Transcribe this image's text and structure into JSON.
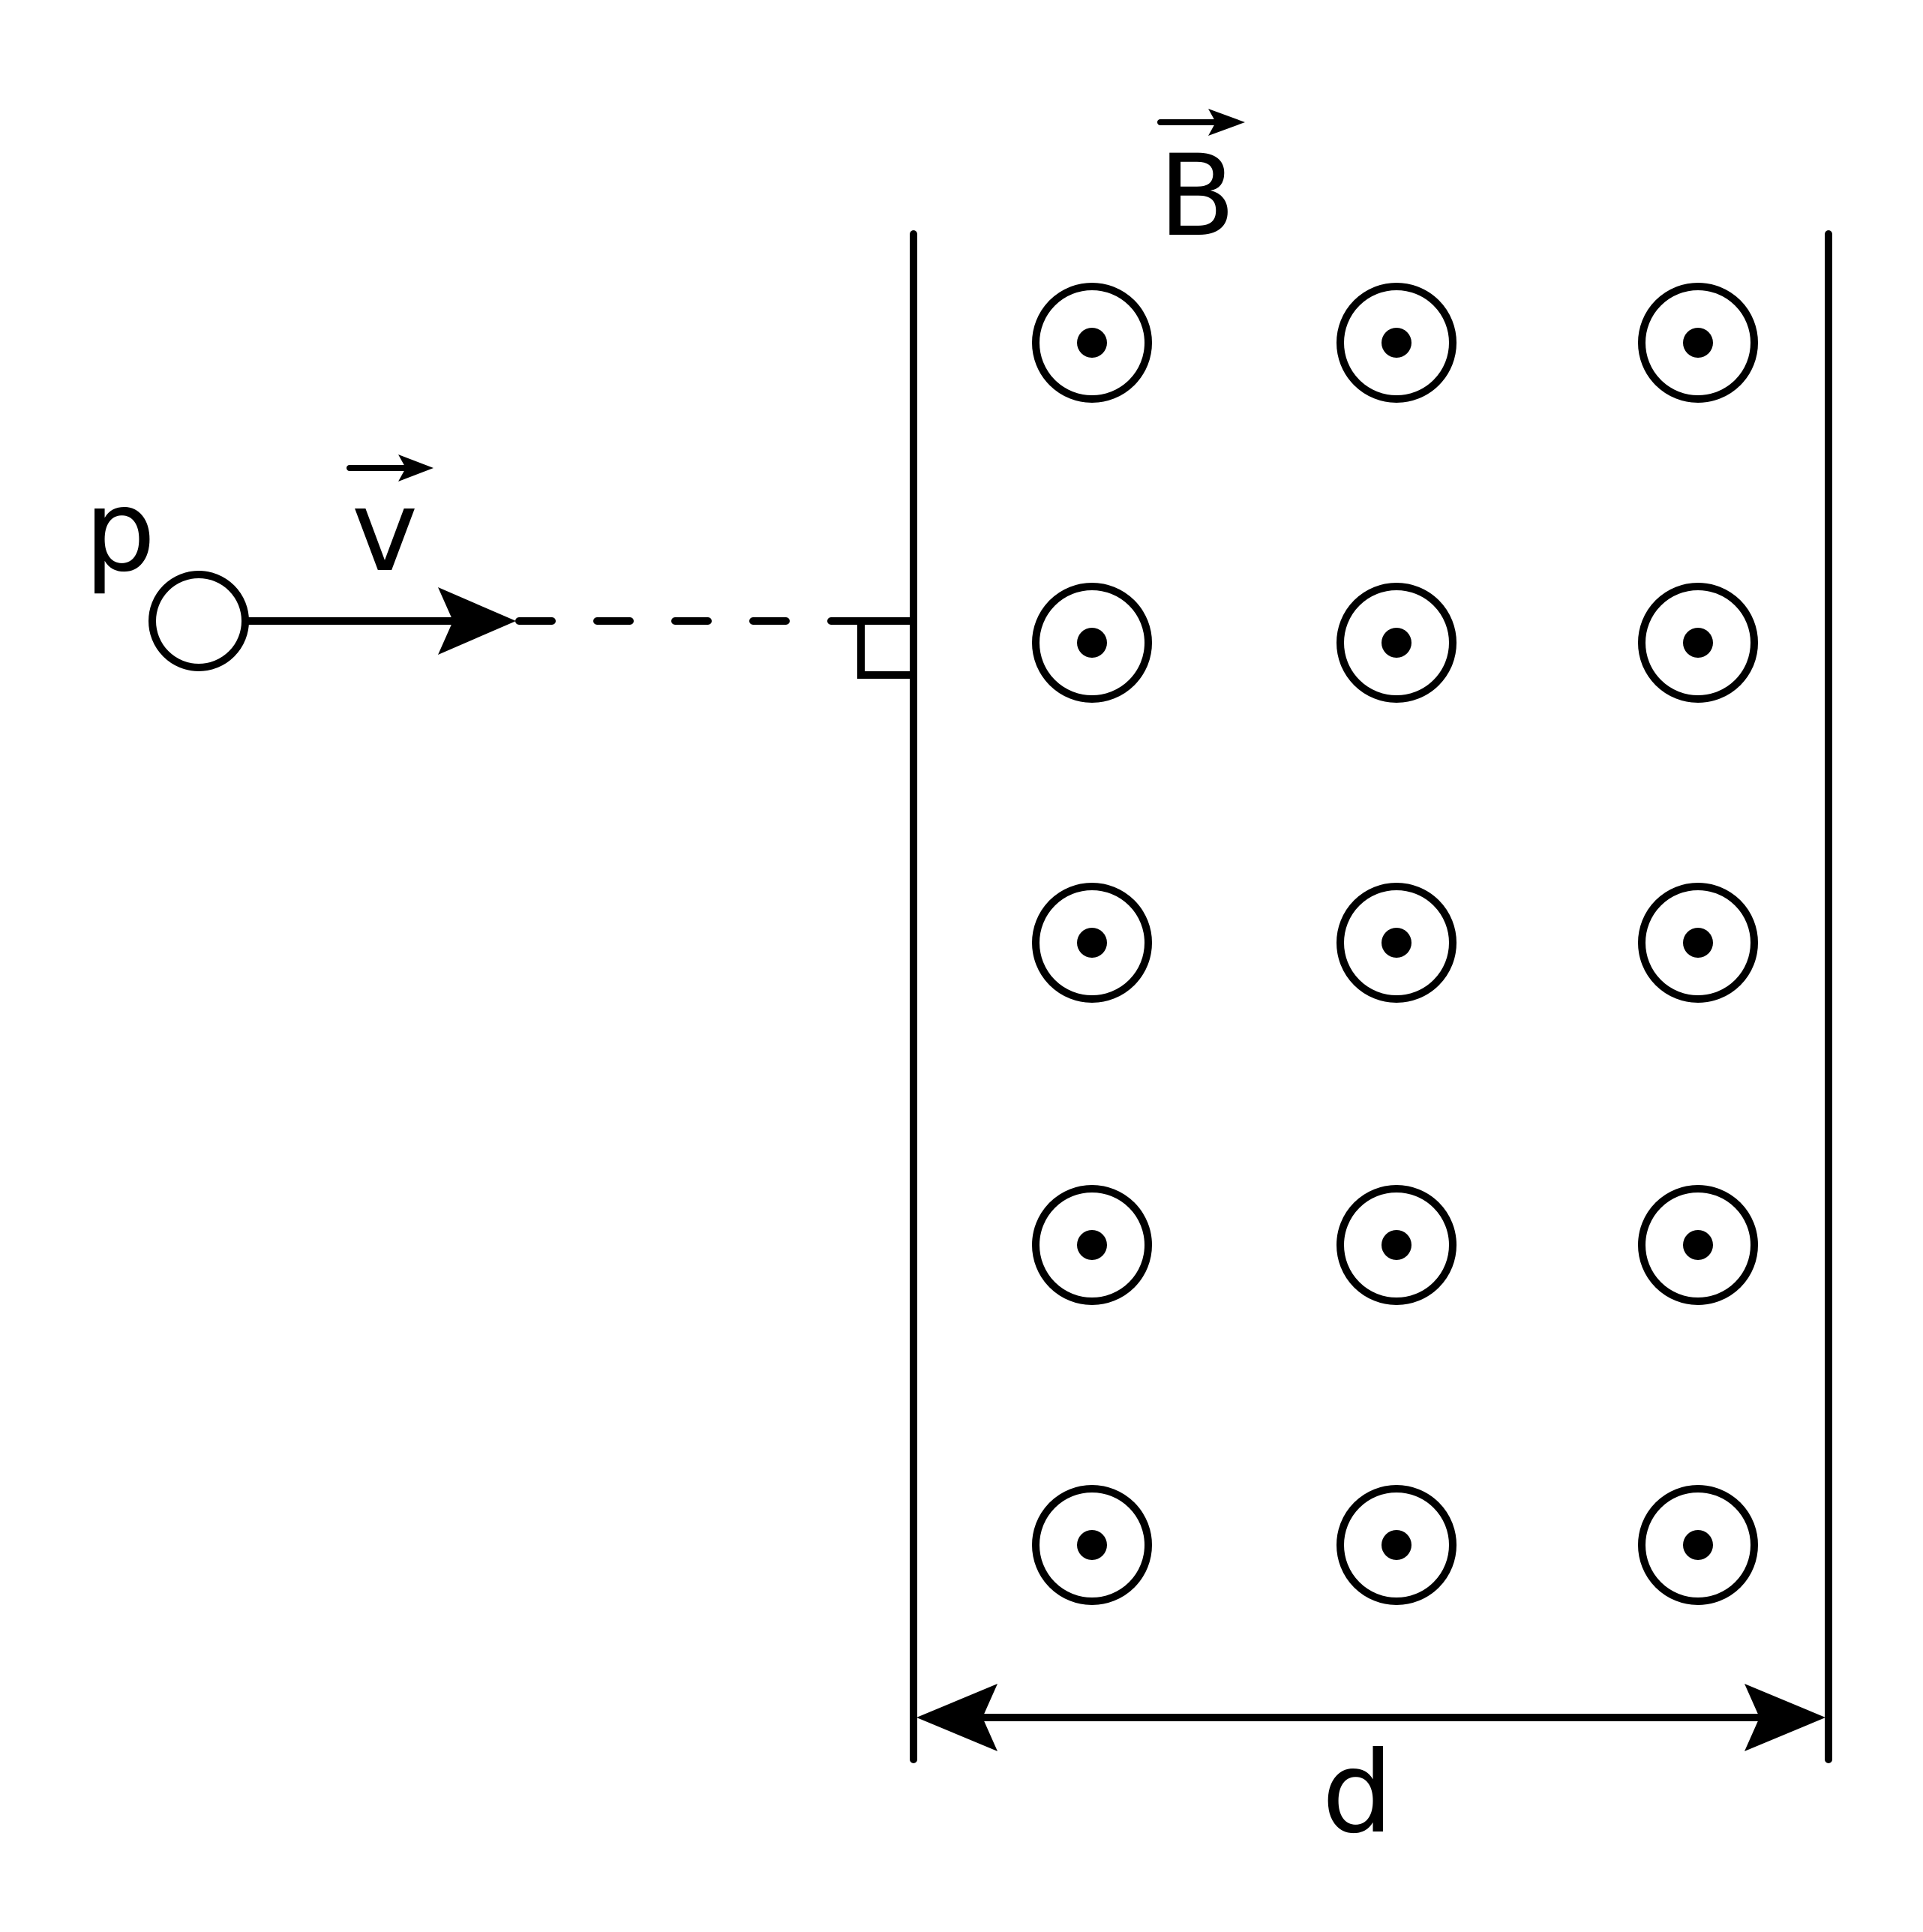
{
  "labels": {
    "particle": "p",
    "velocity": "v",
    "field": "B",
    "width": "d"
  },
  "field": {
    "direction": "out-of-page",
    "symbol": "dot-in-circle-icon",
    "rows": 5,
    "columns": 3
  },
  "colors": {
    "ink": "#000000",
    "background": "#ffffff"
  }
}
